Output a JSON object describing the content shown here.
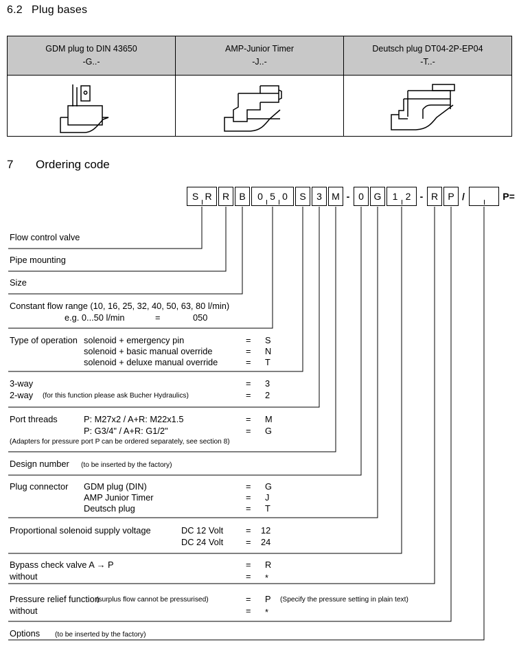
{
  "section_62": {
    "number": "6.2",
    "title": "Plug bases",
    "columns": [
      {
        "name": "GDM plug to DIN 43650",
        "code": "-G..-",
        "icon": "gdm-plug-drawing"
      },
      {
        "name": "AMP-Junior Timer",
        "code": "-J..-",
        "icon": "amp-junior-timer-drawing"
      },
      {
        "name": "Deutsch plug DT04-2P-EP04",
        "code": "-T..-",
        "icon": "deutsch-plug-drawing"
      }
    ]
  },
  "section_7": {
    "number": "7",
    "title": "Ordering code",
    "code_boxes": [
      {
        "id": "box-srr",
        "text": "S R",
        "segments": [
          "S",
          "R"
        ]
      },
      {
        "id": "box-r",
        "text": "R",
        "segments": [
          "R"
        ]
      },
      {
        "id": "box-b",
        "text": "B",
        "segments": [
          "B"
        ]
      },
      {
        "id": "box-050",
        "text": "0 5 0",
        "segments": [
          "0",
          "5",
          "0"
        ]
      },
      {
        "id": "box-s",
        "text": "S",
        "segments": [
          "S"
        ]
      },
      {
        "id": "box-3",
        "text": "3",
        "segments": [
          "3"
        ]
      },
      {
        "id": "box-m",
        "text": "M",
        "segments": [
          "M"
        ]
      },
      {
        "id": "sep-dash-1",
        "text": "-",
        "plain": true
      },
      {
        "id": "box-0",
        "text": "0",
        "segments": [
          "0"
        ]
      },
      {
        "id": "box-g",
        "text": "G",
        "segments": [
          "G"
        ]
      },
      {
        "id": "box-12",
        "text": "1 2",
        "segments": [
          "1",
          "2"
        ]
      },
      {
        "id": "sep-dash-2",
        "text": "-",
        "plain": true
      },
      {
        "id": "box-r2",
        "text": "R",
        "segments": [
          "R"
        ]
      },
      {
        "id": "box-p",
        "text": "P",
        "segments": [
          "P"
        ]
      },
      {
        "id": "sep-slash",
        "text": "/",
        "plain": true
      },
      {
        "id": "box-blank",
        "text": "",
        "segments": [
          "",
          ""
        ]
      },
      {
        "id": "suffix-p",
        "text": "P=",
        "plain": true
      }
    ],
    "rows": [
      {
        "id": "flow-control-valve",
        "label": "Flow control valve",
        "lines": []
      },
      {
        "id": "pipe-mounting",
        "label": "Pipe mounting",
        "lines": []
      },
      {
        "id": "size",
        "label": "Size",
        "lines": []
      },
      {
        "id": "constant-flow-range",
        "label": "Constant flow range (10, 16, 25, 32, 40, 50, 63, 80 l/min)",
        "lines": [
          {
            "desc": "e.g. 0...50 l/min",
            "eq": "=",
            "value": "050"
          }
        ]
      },
      {
        "id": "type-of-operation",
        "label": "Type of operation",
        "lines": [
          {
            "desc": "solenoid + emergency pin",
            "eq": "=",
            "value": "S"
          },
          {
            "desc": "solenoid + basic manual override",
            "eq": "=",
            "value": "N"
          },
          {
            "desc": "solenoid + deluxe manual override",
            "eq": "=",
            "value": "T"
          }
        ]
      },
      {
        "id": "way-function",
        "label": "3-way",
        "note": "2-way",
        "note_small": "(for this function please ask Bucher Hydraulics)",
        "lines": [
          {
            "desc": "3-way",
            "eq": "=",
            "value": "3"
          },
          {
            "desc": "2-way",
            "eq": "=",
            "value": "2"
          }
        ]
      },
      {
        "id": "port-threads",
        "label": "Port threads",
        "footnote": "(Adapters for pressure port P can be ordered separately, see section 8)",
        "lines": [
          {
            "desc": "P: M27x2 / A+R: M22x1.5",
            "eq": "=",
            "value": "M"
          },
          {
            "desc": "P: G3/4\" / A+R: G1/2\"",
            "eq": "=",
            "value": "G"
          }
        ]
      },
      {
        "id": "design-number",
        "label": "Design number",
        "note_small": "(to be inserted by the factory)",
        "lines": []
      },
      {
        "id": "plug-connector",
        "label": "Plug connector",
        "lines": [
          {
            "desc": "GDM plug (DIN)",
            "eq": "=",
            "value": "G"
          },
          {
            "desc": "AMP Junior Timer",
            "eq": "=",
            "value": "J"
          },
          {
            "desc": "Deutsch plug",
            "eq": "=",
            "value": "T"
          }
        ]
      },
      {
        "id": "supply-voltage",
        "label": "Proportional solenoid supply voltage",
        "lines": [
          {
            "desc": "DC 12 Volt",
            "eq": "=",
            "value": "12"
          },
          {
            "desc": "DC 24 Volt",
            "eq": "=",
            "value": "24"
          }
        ]
      },
      {
        "id": "bypass-check-valve",
        "label": "Bypass check valve A → P",
        "lines": [
          {
            "desc": "Bypass check valve A → P",
            "eq": "=",
            "value": "R"
          },
          {
            "desc": "without",
            "eq": "=",
            "value": "*"
          }
        ]
      },
      {
        "id": "pressure-relief-function",
        "label": "Pressure relief function",
        "label_small": "(surplus flow cannot be pressurised)",
        "trailing_note": "(Specify the pressure setting in plain text)",
        "lines": [
          {
            "desc": "Pressure relief function",
            "eq": "=",
            "value": "P"
          },
          {
            "desc": "without",
            "eq": "=",
            "value": "*"
          }
        ]
      },
      {
        "id": "options",
        "label": "Options",
        "note_small": "(to be inserted by the factory)",
        "lines": []
      }
    ]
  },
  "colors": {
    "header_fill": "#c8c8c8",
    "line": "#000000",
    "page_bg": "#ffffff"
  }
}
